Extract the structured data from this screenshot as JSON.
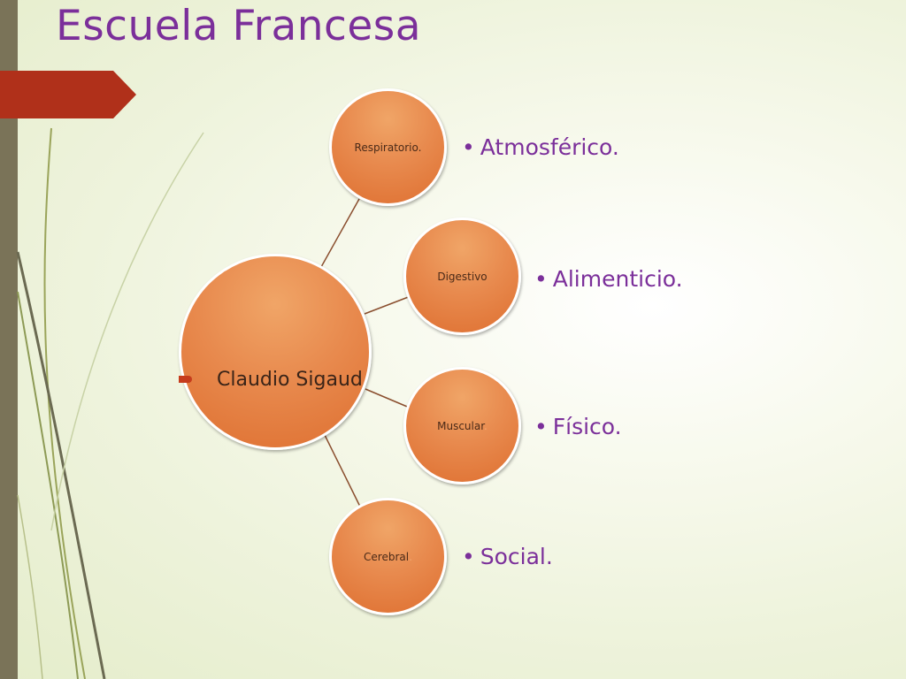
{
  "slide": {
    "title": "Escuela Francesa"
  },
  "diagram": {
    "center": "Claudio Sigaud",
    "branches": [
      {
        "system_label": "Respiratorio",
        "system_tail": ".",
        "outcome": "Atmosférico."
      },
      {
        "system_label": "Digestivo",
        "system_tail": "",
        "outcome": "Alimenticio."
      },
      {
        "system_label": "Muscular",
        "system_tail": ".",
        "outcome": "Físico."
      },
      {
        "system_label": "Cerebral",
        "system_tail": ".",
        "outcome": "Social."
      }
    ]
  },
  "colors": {
    "title": "#7b2f9a",
    "node_fill": "#e88a4e",
    "node_border": "#ffffff",
    "connector": "#8a4e2e",
    "accent_arrow": "#b0301a",
    "left_bar": "#7a7358",
    "outcome_text": "#7b2f9a"
  },
  "icons": {
    "center_bullet": "arrow-bullet-icon",
    "outcome_bullet": "bullet-dot-icon"
  }
}
